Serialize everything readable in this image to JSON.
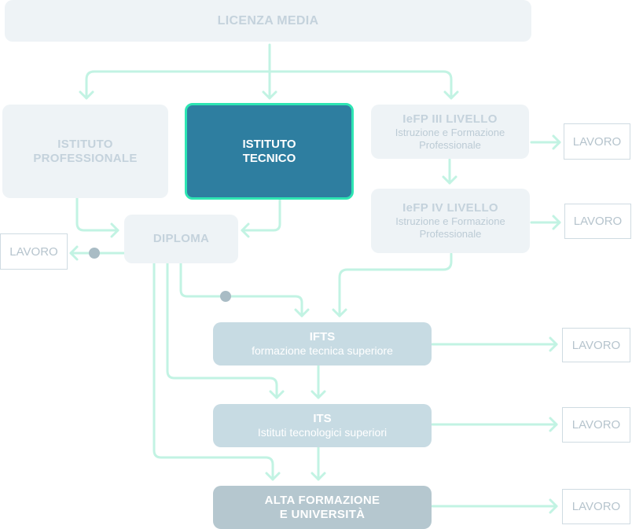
{
  "nodes": {
    "licenza_media": {
      "title": "LICENZA MEDIA"
    },
    "istituto_professionale": {
      "title_line1": "ISTITUTO",
      "title_line2": "PROFESSIONALE"
    },
    "istituto_tecnico": {
      "title_line1": "ISTITUTO",
      "title_line2": "TECNICO"
    },
    "iefp_3": {
      "title": "IeFP III LIVELLO",
      "subtitle_line1": "Istruzione e Formazione",
      "subtitle_line2": "Professionale"
    },
    "iefp_4": {
      "title": "IeFP IV LIVELLO",
      "subtitle_line1": "Istruzione e Formazione",
      "subtitle_line2": "Professionale"
    },
    "diploma": {
      "title": "DIPLOMA"
    },
    "ifts": {
      "title": "IFTS",
      "subtitle": "formazione tecnica superiore"
    },
    "its": {
      "title": "ITS",
      "subtitle": "Istituti tecnologici superiori"
    },
    "alta_formazione": {
      "title_line1": "ALTA FORMAZIONE",
      "title_line2": "E UNIVERSITÀ"
    }
  },
  "outputs": {
    "lavoro_iefp3": "LAVORO",
    "lavoro_iefp4": "LAVORO",
    "lavoro_diploma": "LAVORO",
    "lavoro_ifts": "LAVORO",
    "lavoro_its": "LAVORO",
    "lavoro_alta": "LAVORO"
  },
  "colors": {
    "connector": "#c2f3e3",
    "dot": "#a9bcc5",
    "active_fill": "#2e7ea0",
    "active_border": "#2ee5b3",
    "faded_fill": "#eef3f6",
    "mid_fill": "#c7dbe3",
    "dark_fill": "#b5c7cf"
  }
}
